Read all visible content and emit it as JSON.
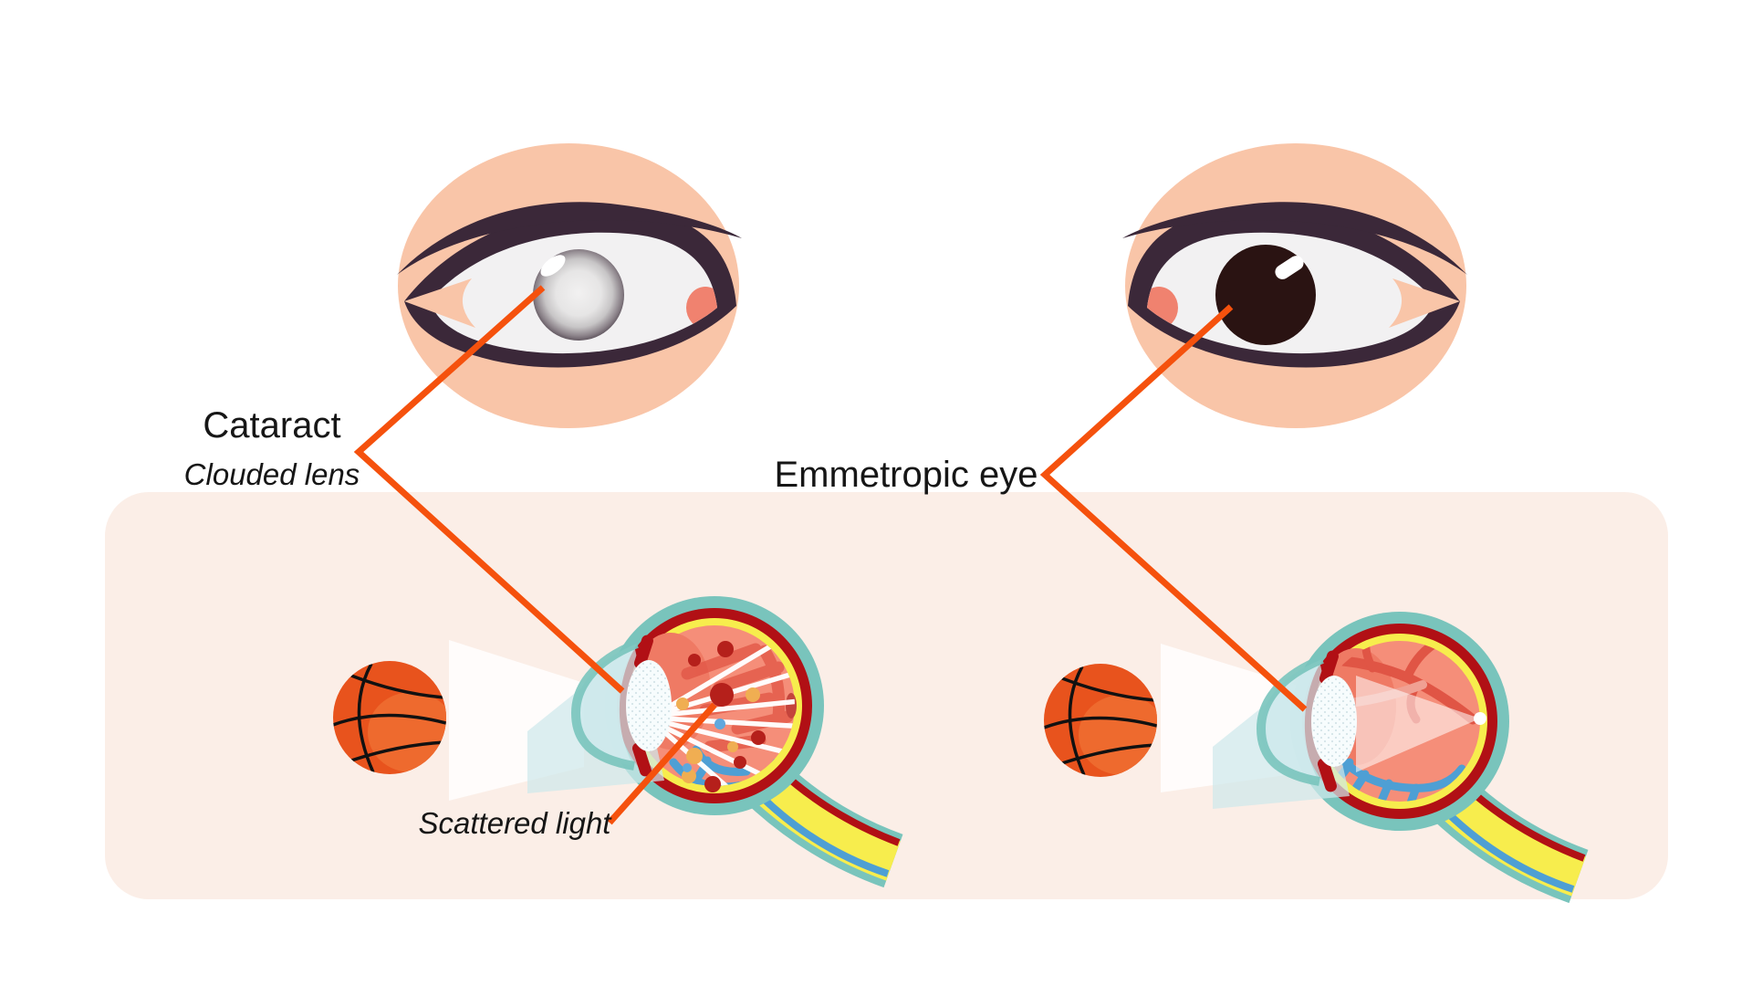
{
  "figure": {
    "description": "Medical illustration comparing a cataract eye with an emmetropic (normal) eye",
    "left_label": {
      "title": "Cataract",
      "subtitle": "Clouded lens"
    },
    "right_label": {
      "title": "Emmetropic eye"
    },
    "scatter_label": {
      "title": "Scattered light"
    }
  },
  "colors": {
    "skin": "#F9C5A8",
    "lid": "#3B2839",
    "sclera": "#F2F1F2",
    "caruncle": "#F0826F",
    "pupil": "#2A1312",
    "orange": "#F5510D",
    "panel": "#FBEEE7",
    "ball": "#E8531D",
    "ball_hi": "#EE6A2E",
    "seam": "#111111",
    "teal": "#79C4BC",
    "deepred": "#B11015",
    "yellow": "#F7ED4D",
    "salmon": "#F58E79",
    "salmondark": "#EF7A64",
    "vessel_red": "#E05545",
    "vessel_pale": "#F0A093",
    "vessel_blue": "#4E9FD4",
    "cornea": "#CFE9EC",
    "lenswhite": "#F7FCFD",
    "particle_red": "#B5201B",
    "particle_yellow": "#F0AE52",
    "particle_blue": "#5FA8DD",
    "fovea": "#C4443C"
  }
}
